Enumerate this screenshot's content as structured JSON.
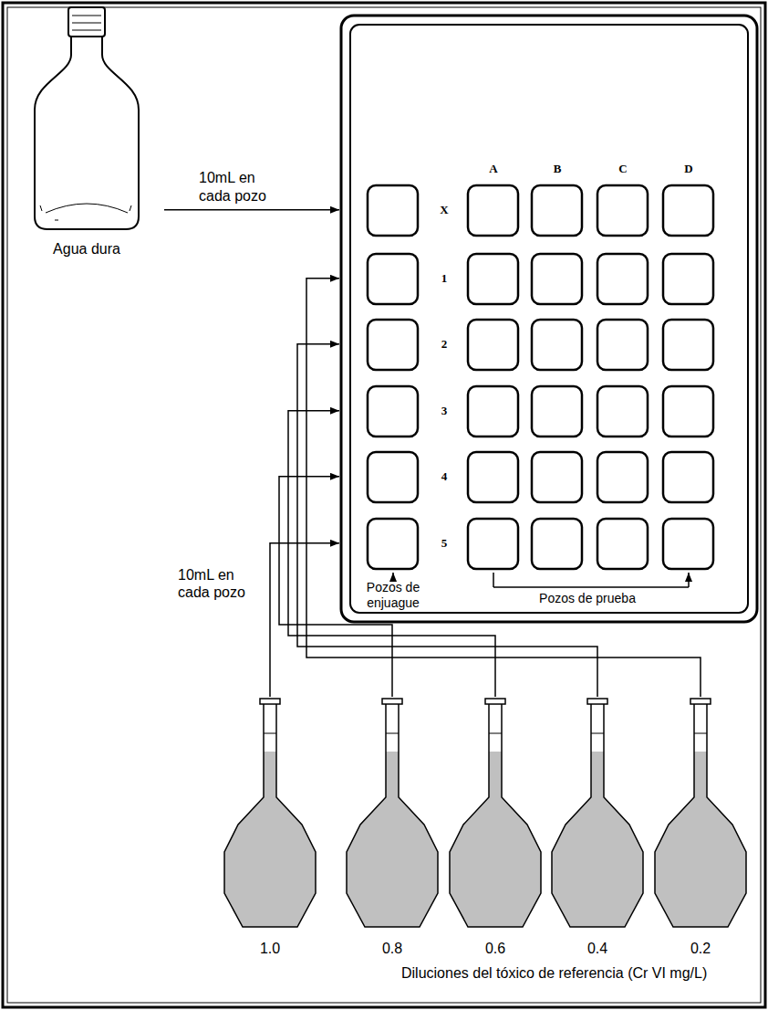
{
  "diagram": {
    "nodes": [
      {
        "text": [
          "Agua dura"
        ]
      },
      {
        "text": [
          "A",
          "B",
          "C",
          "D",
          "X",
          "1",
          "2",
          "3",
          "4",
          "5",
          "Pozos de enjuague",
          "Pozos de prueba"
        ]
      },
      {
        "text": [
          "1.0"
        ]
      },
      {
        "text": [
          "0.8"
        ]
      },
      {
        "text": [
          "0.6"
        ]
      },
      {
        "text": [
          "0.4"
        ]
      },
      {
        "text": [
          "0.2"
        ]
      }
    ],
    "edges": [
      {
        "from": 0,
        "to": 1,
        "arrow": "to",
        "label": "10mL en cada pozo"
      },
      {
        "from": 2,
        "to": 1,
        "arrow": "to"
      },
      {
        "from": 3,
        "to": 1,
        "arrow": "to"
      },
      {
        "from": 4,
        "to": 1,
        "arrow": "to"
      },
      {
        "from": 5,
        "to": 1,
        "arrow": "to"
      },
      {
        "from": 6,
        "to": 1,
        "arrow": "to"
      }
    ],
    "labels": [
      "10mL en cada pozo",
      "Diluciones del tóxico de referencia (Cr VI mg/L)"
    ]
  }
}
